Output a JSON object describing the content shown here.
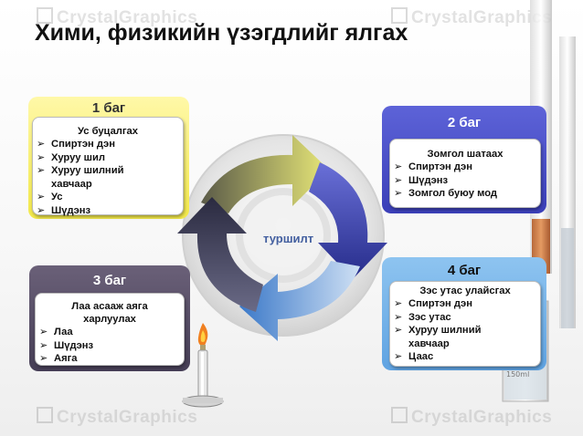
{
  "watermark": "CrystalGraphics",
  "title": "Хими, физикийн үзэгдлийг ялгах",
  "center_label": "туршилт",
  "groups": [
    {
      "head": "1 баг",
      "task": "Ус буцалгах",
      "items": [
        "Спиртэн дэн",
        "Хуруу шил",
        "Хуруу шилний хавчаар",
        "Ус",
        "Шүдэнз"
      ]
    },
    {
      "head": "2 баг",
      "task": "Зомгол шатаах",
      "items": [
        "Спиртэн дэн",
        "Шүдэнз",
        "Зомгол буюу мод"
      ]
    },
    {
      "head": "3 баг",
      "task": "Лаа асааж аяга харлуулах",
      "items": [
        "Лаа",
        "Шүдэнз",
        "Аяга"
      ]
    },
    {
      "head": "4 баг",
      "task": "Зэс утас улайсгах",
      "items": [
        "Спиртэн дэн",
        "Зэс утас",
        "Хуруу шилний хавчаар",
        "Цаас"
      ]
    }
  ],
  "glass_mark": "150ml",
  "colors": {
    "group1": "#f2e84a",
    "group2": "#3b3fb8",
    "group3": "#463e56",
    "group4": "#5fa3e2",
    "arrow_yellow": "#c8c83a",
    "arrow_blue": "#2e3aa0",
    "arrow_light": "#5a8ed0",
    "arrow_dark": "#3a3a55"
  }
}
